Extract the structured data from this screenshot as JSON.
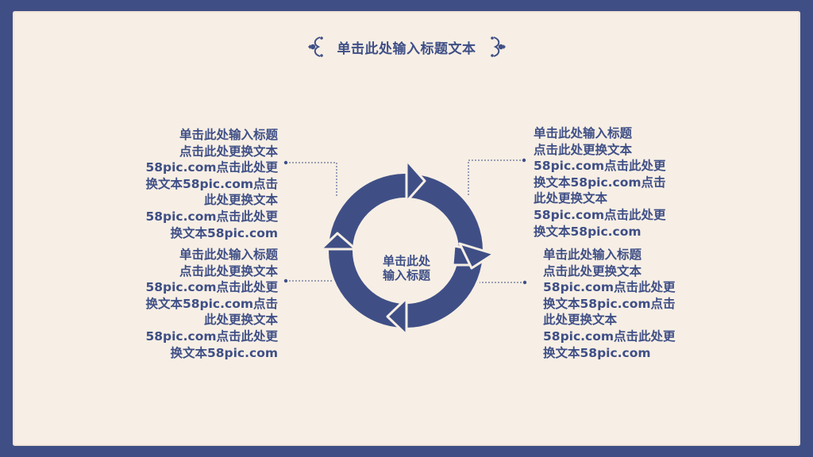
{
  "slide": {
    "title": "单击此处输入标题文本",
    "center_label": "单击此处\n输入标题",
    "blocks": {
      "top_left": "单击此处输入标题\n点击此处更换文本\n58pic.com点击此处更\n换文本58pic.com点击\n此处更换文本\n58pic.com点击此处更\n换文本58pic.com",
      "bottom_left": "单击此处输入标题\n点击此处更换文本\n58pic.com点击此处更\n换文本58pic.com点击\n此处更换文本\n58pic.com点击此处更\n换文本58pic.com",
      "top_right": "单击此处输入标题\n点击此处更换文本\n58pic.com点击此处更\n换文本58pic.com点击\n此处更换文本\n58pic.com点击此处更\n换文本58pic.com",
      "bottom_right": "单击此处输入标题\n点击此处更换文本\n58pic.com点击此处更\n换文本58pic.com点击\n此处更换文本\n58pic.com点击此处更\n换文本58pic.com"
    }
  },
  "colors": {
    "primary": "#3f4f86",
    "paper": "#f7efe5"
  }
}
